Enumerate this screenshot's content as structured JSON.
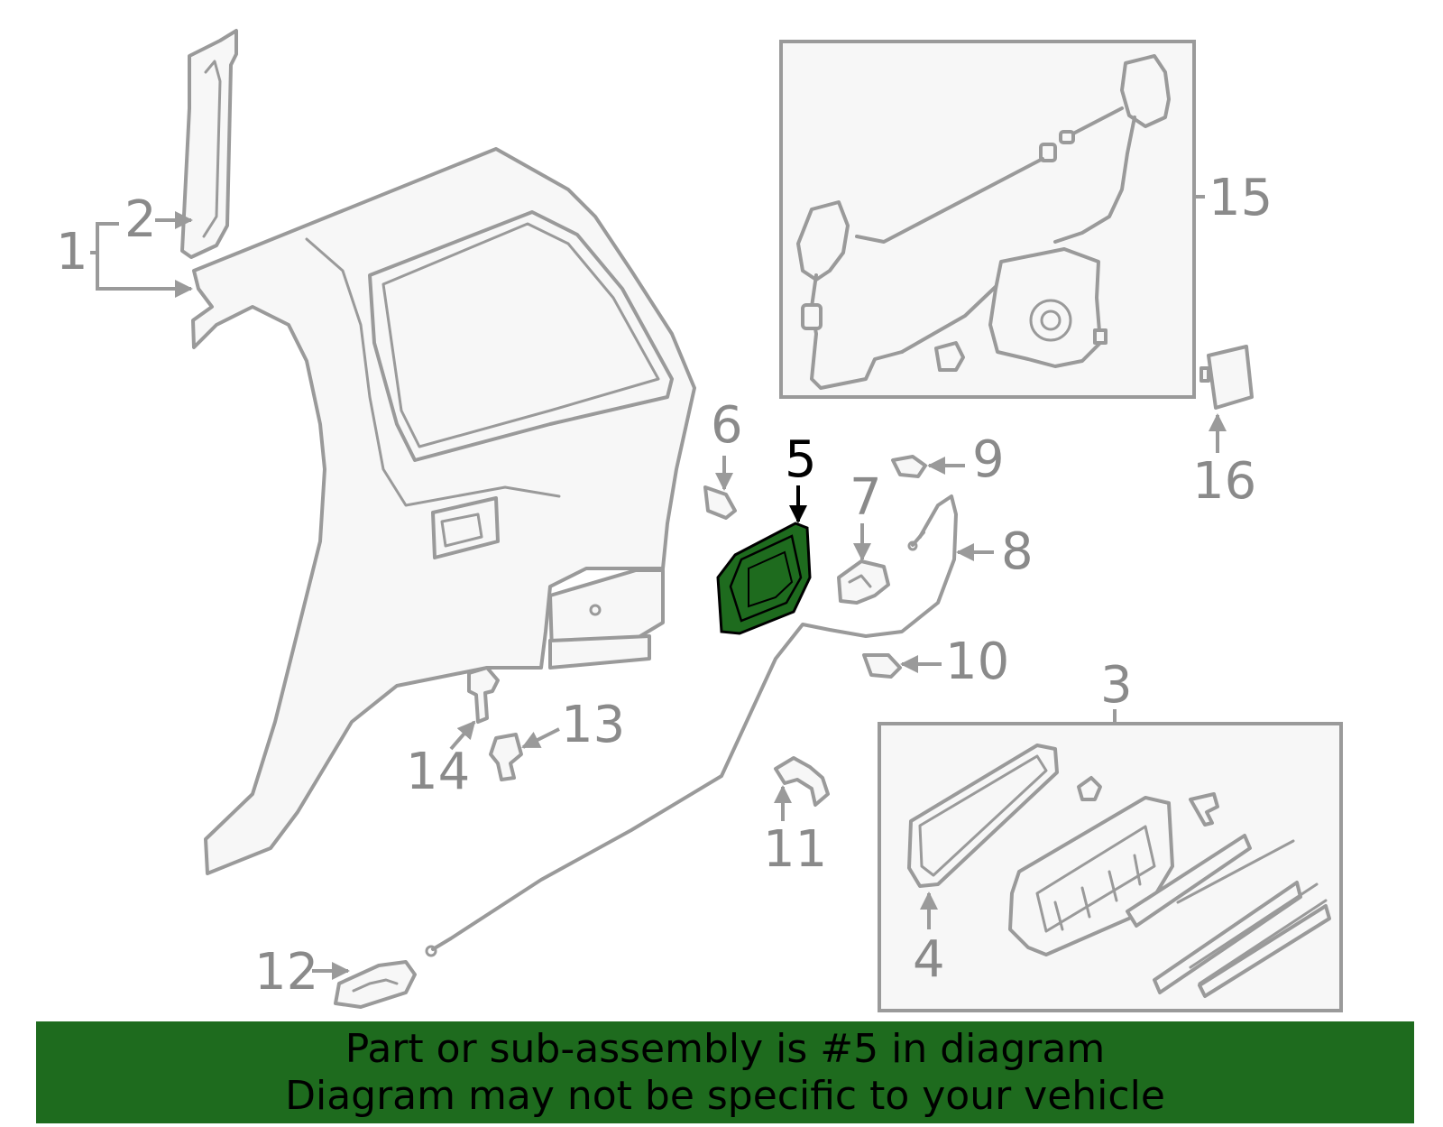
{
  "callouts": {
    "c1": "1",
    "c2": "2",
    "c3": "3",
    "c4": "4",
    "c5": "5",
    "c6": "6",
    "c7": "7",
    "c8": "8",
    "c9": "9",
    "c10": "10",
    "c11": "11",
    "c12": "12",
    "c13": "13",
    "c14": "14",
    "c15": "15",
    "c16": "16"
  },
  "highlight": {
    "part": "5",
    "color": "#1e6b1e"
  },
  "colors": {
    "line_gray": "#9a9a9a",
    "fill_light": "#f7f7f7",
    "banner_bg": "#1e6b1e",
    "highlight_fill": "#1e6b1e"
  },
  "banner": {
    "line1": "Part or sub-assembly is #5 in diagram",
    "line2": "Diagram may not be specific to your vehicle"
  }
}
